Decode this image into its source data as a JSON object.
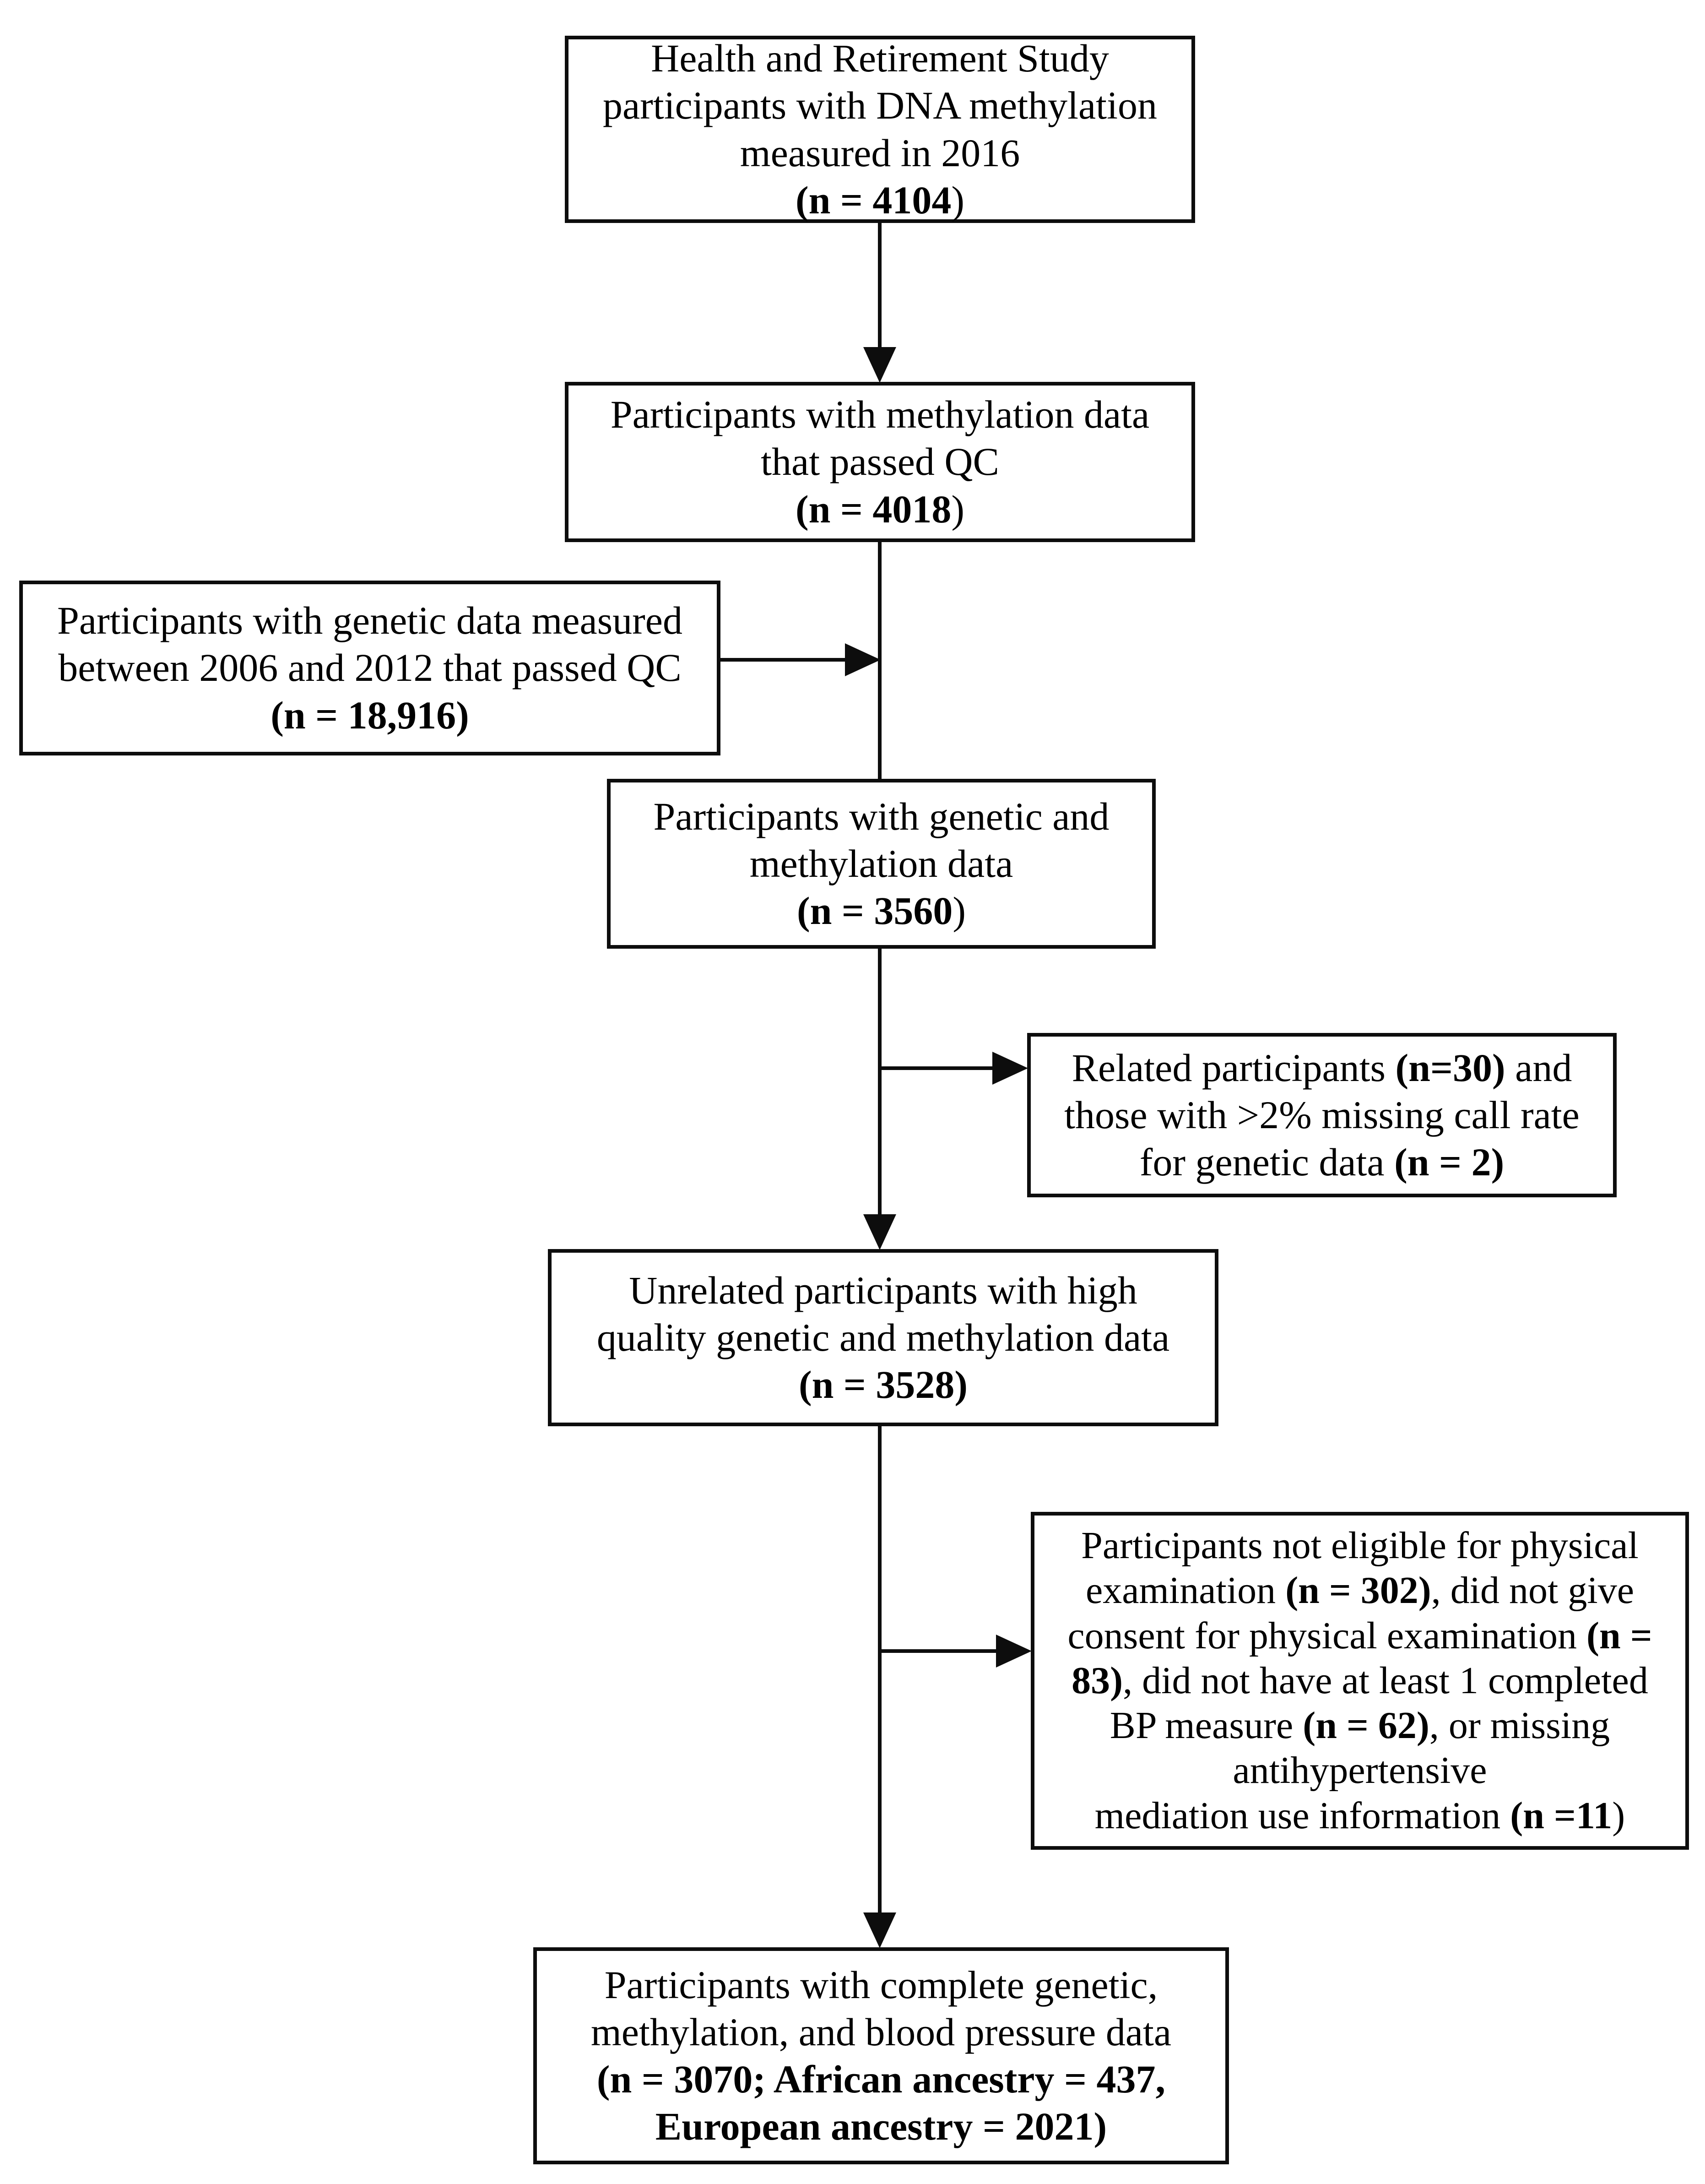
{
  "diagram": {
    "background_color": "#ffffff",
    "line_color": "#0d0d0d",
    "text_color": "#000000",
    "boxes": [
      {
        "label": "hrs-participants-2016",
        "lines": [
          [
            {
              "t": "Health and Retirement Study"
            }
          ],
          [
            {
              "t": "participants with DNA methylation"
            }
          ],
          [
            {
              "t": "measured in 2016"
            }
          ],
          [
            {
              "t": "(n = 4104",
              "b": true
            },
            {
              "t": ")"
            }
          ]
        ]
      },
      {
        "label": "methylation-passed-qc",
        "lines": [
          [
            {
              "t": "Participants with methylation data"
            }
          ],
          [
            {
              "t": "that passed QC"
            }
          ],
          [
            {
              "t": "(n = 4018",
              "b": true
            },
            {
              "t": ")"
            }
          ]
        ]
      },
      {
        "label": "genetic-data-2006-2012-qc",
        "lines": [
          [
            {
              "t": "Participants with genetic data measured"
            }
          ],
          [
            {
              "t": "between 2006 and 2012 that passed QC"
            }
          ],
          [
            {
              "t": "(n = 18,916)",
              "b": true
            }
          ]
        ]
      },
      {
        "label": "genetic-and-methylation",
        "lines": [
          [
            {
              "t": "Participants with genetic and"
            }
          ],
          [
            {
              "t": "methylation data"
            }
          ],
          [
            {
              "t": "(n = 3560",
              "b": true
            },
            {
              "t": ")"
            }
          ]
        ]
      },
      {
        "label": "related-participants-excluded",
        "lines": [
          [
            {
              "t": "Related participants "
            },
            {
              "t": "(n=30)",
              "b": true
            },
            {
              "t": " and"
            }
          ],
          [
            {
              "t": "those with >2% missing call rate"
            }
          ],
          [
            {
              "t": "for genetic data "
            },
            {
              "t": "(n = 2)",
              "b": true
            }
          ]
        ]
      },
      {
        "label": "unrelated-high-quality",
        "lines": [
          [
            {
              "t": "Unrelated participants with high"
            }
          ],
          [
            {
              "t": "quality genetic and methylation data"
            }
          ],
          [
            {
              "t": "(n = 3528)",
              "b": true
            }
          ]
        ]
      },
      {
        "label": "physical-exam-exclusions",
        "lines": [
          [
            {
              "t": "Participants not eligible for physical"
            }
          ],
          [
            {
              "t": "examination "
            },
            {
              "t": "(n = 302)",
              "b": true
            },
            {
              "t": ", did not give"
            }
          ],
          [
            {
              "t": "consent for physical examination "
            },
            {
              "t": "(n =",
              "b": true
            }
          ],
          [
            {
              "t": "83)",
              "b": true
            },
            {
              "t": ", did not have at least 1 completed"
            }
          ],
          [
            {
              "t": "BP measure "
            },
            {
              "t": "(n = 62)",
              "b": true
            },
            {
              "t": ", or missing"
            }
          ],
          [
            {
              "t": "antihypertensive"
            }
          ],
          [
            {
              "t": "mediation use information "
            },
            {
              "t": "(n =11",
              "b": true
            },
            {
              "t": ")"
            }
          ]
        ]
      },
      {
        "label": "final-complete-data-sample",
        "lines": [
          [
            {
              "t": "Participants with complete genetic,"
            }
          ],
          [
            {
              "t": "methylation, and blood pressure data"
            }
          ],
          [
            {
              "t": "(n = 3070; African ancestry = 437,",
              "b": true
            }
          ],
          [
            {
              "t": "European ancestry = 2021)",
              "b": true
            }
          ]
        ]
      }
    ]
  }
}
